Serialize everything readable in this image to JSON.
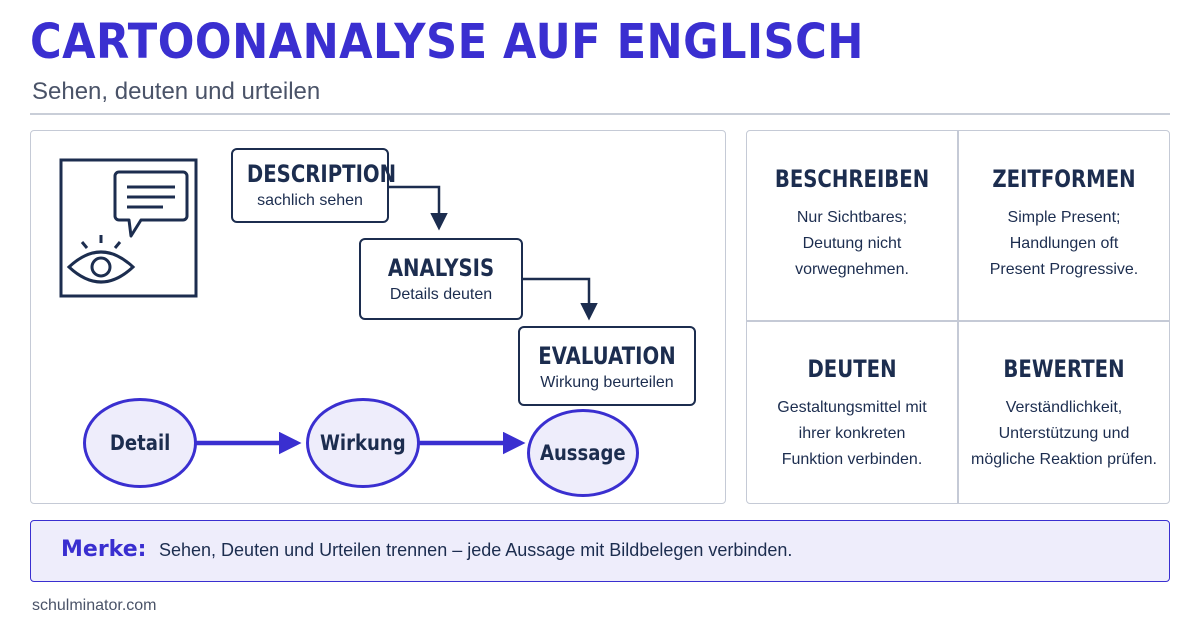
{
  "header": {
    "title": "CARTOONANALYSE AUF ENGLISCH",
    "subtitle": "Sehen, deuten und urteilen"
  },
  "flow": {
    "icon": "eye-speech-bubble-icon",
    "steps": [
      {
        "title": "DESCRIPTION",
        "subtitle": "sachlich sehen"
      },
      {
        "title": "ANALYSIS",
        "subtitle": "Details deuten"
      },
      {
        "title": "EVALUATION",
        "subtitle": "Wirkung beurteilen"
      }
    ],
    "chain": [
      "Detail",
      "Wirkung",
      "Aussage"
    ]
  },
  "grid": [
    {
      "title": "BESCHREIBEN",
      "text": [
        "Nur Sichtbares;",
        "Deutung nicht",
        "vorwegnehmen."
      ]
    },
    {
      "title": "ZEITFORMEN",
      "text": [
        "Simple Present;",
        "Handlungen oft",
        "Present Progressive."
      ]
    },
    {
      "title": "DEUTEN",
      "text": [
        "Gestaltungsmittel mit",
        "ihrer konkreten",
        "Funktion verbinden."
      ]
    },
    {
      "title": "BEWERTEN",
      "text": [
        "Verständlichkeit,",
        "Unterstützung und",
        "mögliche Reaktion prüfen."
      ]
    }
  ],
  "note": {
    "label": "Merke:",
    "text": "Sehen, Deuten und Urteilen trennen – jede Aussage mit Bildbelegen verbinden."
  },
  "footer": "schulminator.com",
  "colors": {
    "accent": "#3a2fd0",
    "navy": "#1c2d4f",
    "lavender": "#eeedfb"
  }
}
